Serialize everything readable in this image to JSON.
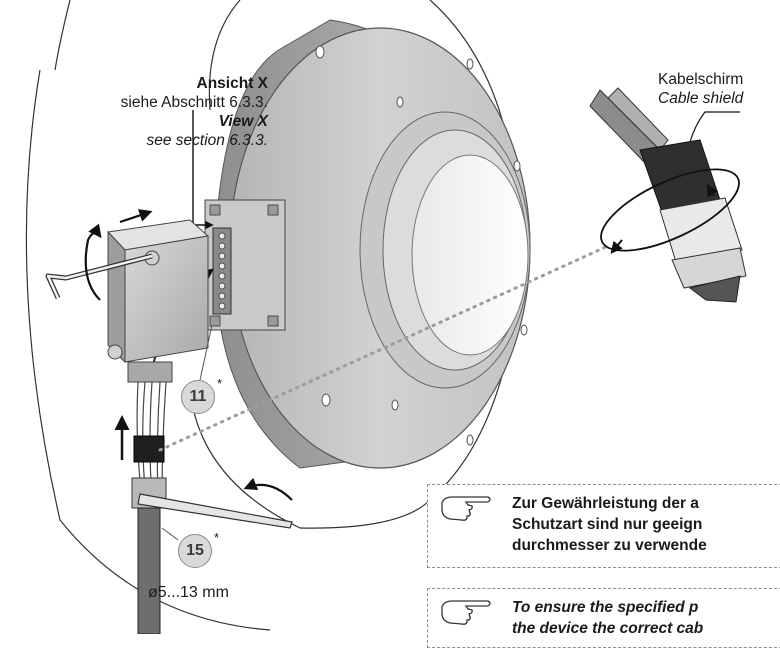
{
  "view_x": {
    "de_title": "Ansicht X",
    "de_text": "siehe Abschnitt 6.3.3.",
    "en_title": "View X",
    "en_text": "see section 6.3.3."
  },
  "cable_shield": {
    "de": "Kabelschirm",
    "en": "Cable shield"
  },
  "callouts": {
    "item_11": "11",
    "item_15": "15",
    "asterisk": "*"
  },
  "cable_diameter": "ø5...13 mm",
  "notes": {
    "de_line1": "Zur Gewährleistung der a",
    "de_line2": "Schutzart sind nur geeign",
    "de_line3": "durchmesser zu verwende",
    "en_line1": "To ensure the specified p",
    "en_line2": "the device the correct cab"
  },
  "icons": {
    "hand": "pointing-hand-icon",
    "rotate": "rotation-arrow-icon",
    "arrow": "direction-arrow-icon"
  }
}
